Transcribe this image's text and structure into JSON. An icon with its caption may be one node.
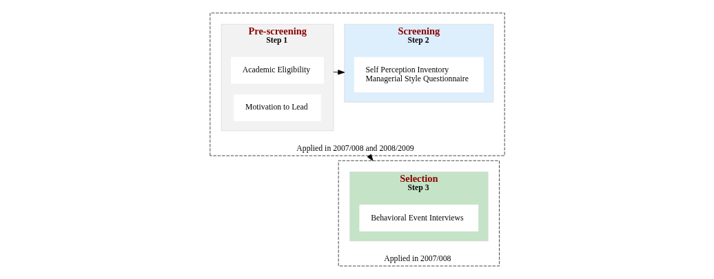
{
  "diagram": {
    "nodes": [
      {
        "text": [
          "Applied in 2007/008 and 2008/2009"
        ]
      },
      {
        "text": [
          "Pre-screening",
          "Step 1"
        ],
        "in": 0
      },
      {
        "text": [
          "Academic Eligibility"
        ],
        "in": 1
      },
      {
        "text": [
          "Motivation to Lead"
        ],
        "in": 1
      },
      {
        "text": [
          "Screening",
          "Step 2"
        ],
        "in": 0
      },
      {
        "text": [
          "Self Perception Inventory",
          "Managerial Style Questionnaire"
        ],
        "in": 4
      },
      {
        "text": [
          "Applied in 2007/008"
        ]
      },
      {
        "text": [
          "Selection",
          "Step 3"
        ],
        "in": 6
      },
      {
        "text": [
          "Behavioral Event Interviews"
        ],
        "in": 7
      }
    ],
    "edges": [
      {
        "from": 1,
        "to": 4,
        "arrow": "to"
      },
      {
        "from": 0,
        "to": 6,
        "arrow": "to"
      }
    ]
  }
}
